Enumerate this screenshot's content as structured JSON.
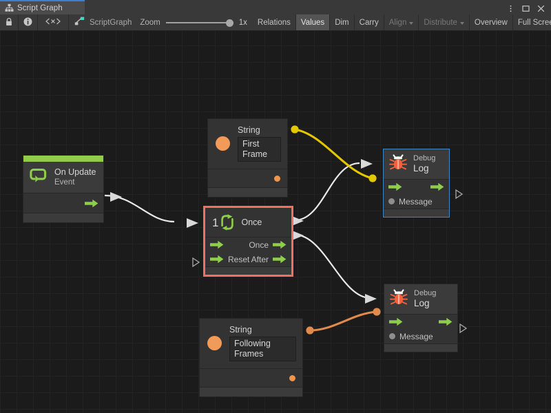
{
  "window": {
    "tab_label": "Script Graph",
    "tab_icon": "script-graph-icon",
    "controls": [
      "kebab-menu-icon",
      "maximize-icon",
      "close-icon"
    ]
  },
  "toolbar": {
    "lock_icon": "lock-icon",
    "info_icon": "info-icon",
    "code_icon": "code-brackets-icon",
    "graph_icon": "script-graph-icon",
    "graph_name": "ScriptGraph",
    "zoom_label": "Zoom",
    "zoom_value": "1x",
    "buttons": [
      {
        "label": "Relations",
        "state": "normal"
      },
      {
        "label": "Values",
        "state": "pressed"
      },
      {
        "label": "Dim",
        "state": "normal"
      },
      {
        "label": "Carry",
        "state": "normal"
      },
      {
        "label": "Align",
        "state": "disabled",
        "dropdown": true
      },
      {
        "label": "Distribute",
        "state": "disabled",
        "dropdown": true
      },
      {
        "label": "Overview",
        "state": "normal"
      },
      {
        "label": "Full Screen",
        "state": "normal"
      }
    ]
  },
  "colors": {
    "event_accent": "#8ece4a",
    "flow_green": "#8ece4a",
    "selection_red": "#f4705e",
    "selection_blue": "#3f86c4",
    "string_orange": "#f29b58",
    "wire_yellow": "#e3c800",
    "wire_orange": "#e08a4e",
    "wire_white": "#e8e8e8",
    "canvas_bg": "#1b1b1b",
    "node_bg": "#333333"
  },
  "graph": {
    "nodes": [
      {
        "id": "on-update",
        "type": "event",
        "title": "On Update",
        "subtitle": "Event",
        "icon": "on-update-event-icon",
        "selected": false,
        "outputs": [
          {
            "label": "",
            "kind": "flow"
          }
        ]
      },
      {
        "id": "string-first-frame",
        "type": "string-literal",
        "title": "String",
        "icon": "string-value-icon",
        "value": "First Frame",
        "selected": false
      },
      {
        "id": "once",
        "type": "unit",
        "title": "Once",
        "icon": "once-loop-icon",
        "icon_numeral": "1",
        "selected": true,
        "selection_color": "#f4705e",
        "inputs": [
          {
            "label": "",
            "kind": "flow"
          },
          {
            "label": "Reset",
            "kind": "flow"
          }
        ],
        "outputs": [
          {
            "label": "Once",
            "kind": "flow"
          },
          {
            "label": "After",
            "kind": "flow"
          }
        ]
      },
      {
        "id": "string-following-frames",
        "type": "string-literal",
        "title": "String",
        "icon": "string-value-icon",
        "value": "Following Frames",
        "selected": false
      },
      {
        "id": "debug-log-1",
        "type": "unit",
        "title": "Debug",
        "subtitle": "Log",
        "icon": "debug-bug-icon",
        "selected": false,
        "highlighted": true,
        "inputs": [
          {
            "label": "",
            "kind": "flow"
          },
          {
            "label": "Message",
            "kind": "value"
          }
        ],
        "outputs": [
          {
            "label": "",
            "kind": "flow"
          }
        ]
      },
      {
        "id": "debug-log-2",
        "type": "unit",
        "title": "Debug",
        "subtitle": "Log",
        "icon": "debug-bug-icon",
        "selected": false,
        "highlighted": false,
        "inputs": [
          {
            "label": "",
            "kind": "flow"
          },
          {
            "label": "Message",
            "kind": "value"
          }
        ],
        "outputs": [
          {
            "label": "",
            "kind": "flow"
          }
        ]
      }
    ],
    "connections": [
      {
        "from": "on-update",
        "to": "once",
        "kind": "flow",
        "color": "#e8e8e8"
      },
      {
        "from": "once.Once",
        "to": "debug-log-1",
        "kind": "flow",
        "color": "#e8e8e8"
      },
      {
        "from": "once.After",
        "to": "debug-log-2",
        "kind": "flow",
        "color": "#e8e8e8"
      },
      {
        "from": "string-first-frame",
        "to": "debug-log-1.Message",
        "kind": "value",
        "color": "#e3c800"
      },
      {
        "from": "string-following-frames",
        "to": "debug-log-2.Message",
        "kind": "value",
        "color": "#e08a4e"
      }
    ]
  }
}
